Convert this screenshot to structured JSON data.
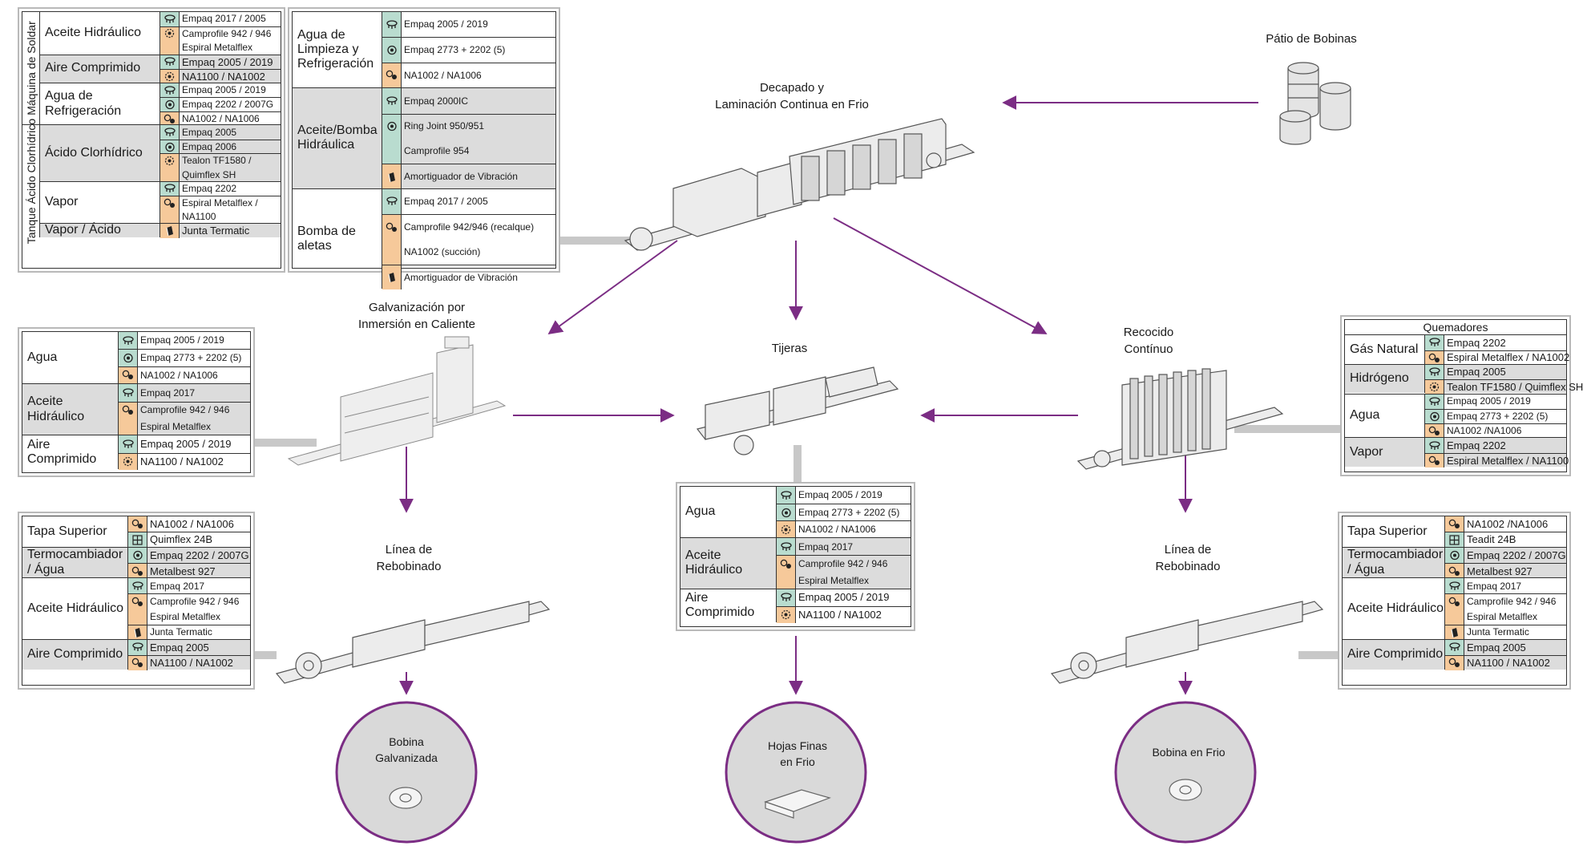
{
  "stations": {
    "patio": "Pátio de Bobinas",
    "decapado_1": "Decapado y",
    "decapado_2": "Laminación Continua en Frio",
    "galv_1": "Galvanización por",
    "galv_2": "Inmersión en Caliente",
    "tijeras": "Tijeras",
    "recocido_1": "Recocido",
    "recocido_2": "Contínuo",
    "rebob_left_1": "Línea de",
    "rebob_left_2": "Rebobinado",
    "rebob_right_1": "Línea de",
    "rebob_right_2": "Rebobinado"
  },
  "products": {
    "galv_1": "Bobina",
    "galv_2": "Galvanizada",
    "hojas_1": "Hojas Finas",
    "hojas_2": "en Frio",
    "frio": "Bobina en Frio"
  },
  "vertical_labels": {
    "maquina": "Máquina de Soldar",
    "tanque": "Tanque Ácido Clorhídrico"
  },
  "tables": {
    "maquina": [
      {
        "cat": "Aceite Hidráulico",
        "items": [
          {
            "icon": "gasket-icon",
            "label": "Empaq 2017 / 2005"
          },
          {
            "icon": "flange-icon",
            "label": "Camprofile 942 / 946"
          },
          {
            "icon": "",
            "label": "Espiral Metalflex"
          }
        ]
      },
      {
        "cat": "Aire Comprimido",
        "items": [
          {
            "icon": "gasket-icon",
            "label": "Empaq 2005 / 2019"
          },
          {
            "icon": "flange-icon",
            "label": "NA1100 / NA1002"
          }
        ]
      },
      {
        "cat": "Agua de Refrigeración",
        "items": [
          {
            "icon": "gasket-icon",
            "label": "Empaq 2005 / 2019"
          },
          {
            "icon": "ring-icon",
            "label": "Empaq 2202 / 2007G"
          },
          {
            "icon": "valve-icon",
            "label": "NA1002 / NA1006"
          }
        ]
      },
      {
        "cat": "Ácido Clorhídrico",
        "items": [
          {
            "icon": "gasket-icon",
            "label": "Empaq 2005"
          },
          {
            "icon": "ring-icon",
            "label": "Empaq 2006"
          },
          {
            "icon": "flange-icon",
            "label": "Tealon TF1580 /"
          },
          {
            "icon": "",
            "label": "Quimflex SH"
          }
        ]
      },
      {
        "cat": "Vapor",
        "items": [
          {
            "icon": "gasket-icon",
            "label": "Empaq 2202"
          },
          {
            "icon": "valve-icon",
            "label": "Espiral Metalflex /"
          },
          {
            "icon": "",
            "label": "NA1100"
          }
        ]
      },
      {
        "cat": "Vapor / Ácido",
        "items": [
          {
            "icon": "joint-icon",
            "label": "Junta Termatic"
          }
        ]
      }
    ],
    "decapado": [
      {
        "cat": "Agua de Limpieza y Refrigeración",
        "items": [
          {
            "icon": "gasket-icon",
            "label": "Empaq 2005 / 2019"
          },
          {
            "icon": "ring-icon",
            "label": "Empaq 2773 + 2202 (5)"
          },
          {
            "icon": "valve-icon",
            "label": "NA1002 / NA1006"
          }
        ]
      },
      {
        "cat": "Aceite/Bomba Hidráulica",
        "items": [
          {
            "icon": "gasket-icon",
            "label": "Empaq 2000IC"
          },
          {
            "icon": "ring-icon",
            "label": "Ring Joint 950/951"
          },
          {
            "icon": "",
            "label": "Camprofile 954"
          },
          {
            "icon": "joint-icon",
            "label": "Amortiguador de Vibración"
          }
        ]
      },
      {
        "cat": "Bomba de aletas",
        "items": [
          {
            "icon": "gasket-icon",
            "label": "Empaq 2017 / 2005"
          },
          {
            "icon": "valve-icon",
            "label": "Camprofile 942/946 (recalque)"
          },
          {
            "icon": "",
            "label": "NA1002 (succión)"
          },
          {
            "icon": "joint-icon",
            "label": "Amortiguador de Vibración"
          }
        ]
      }
    ],
    "galv": [
      {
        "cat": "Agua",
        "items": [
          {
            "icon": "gasket-icon",
            "label": "Empaq 2005 / 2019"
          },
          {
            "icon": "ring-icon",
            "label": "Empaq 2773 + 2202 (5)"
          },
          {
            "icon": "valve-icon",
            "label": "NA1002 / NA1006"
          }
        ]
      },
      {
        "cat": "Aceite Hidráulico",
        "items": [
          {
            "icon": "gasket-icon",
            "label": "Empaq 2017"
          },
          {
            "icon": "valve-icon",
            "label": "Camprofile 942 / 946"
          },
          {
            "icon": "",
            "label": "Espiral Metalflex"
          }
        ]
      },
      {
        "cat": "Aire Comprimido",
        "items": [
          {
            "icon": "gasket-icon",
            "label": "Empaq 2005 / 2019"
          },
          {
            "icon": "flange-icon",
            "label": "NA1100 / NA1002"
          }
        ]
      }
    ],
    "quemadores": {
      "header": "Quemadores",
      "rows": [
        {
          "cat": "Gás Natural",
          "items": [
            {
              "icon": "gasket-icon",
              "label": "Empaq 2202"
            },
            {
              "icon": "valve-icon",
              "label": "Espiral Metalflex / NA1002"
            }
          ]
        },
        {
          "cat": "Hidrógeno",
          "items": [
            {
              "icon": "gasket-icon",
              "label": "Empaq 2005"
            },
            {
              "icon": "flange-icon",
              "label": "Tealon TF1580 / Quimflex SH"
            }
          ]
        },
        {
          "cat": "Agua",
          "items": [
            {
              "icon": "gasket-icon",
              "label": "Empaq 2005 / 2019"
            },
            {
              "icon": "ring-icon",
              "label": "Empaq 2773 + 2202 (5)"
            },
            {
              "icon": "valve-icon",
              "label": "NA1002 /NA1006"
            }
          ]
        },
        {
          "cat": "Vapor",
          "items": [
            {
              "icon": "gasket-icon",
              "label": "Empaq 2202"
            },
            {
              "icon": "valve-icon",
              "label": "Espiral Metalflex / NA1100"
            }
          ]
        }
      ]
    },
    "rebob_left": [
      {
        "cat": "Tapa Superior",
        "items": [
          {
            "icon": "valve-icon",
            "label": "NA1002 / NA1006"
          },
          {
            "icon": "grid-icon",
            "label": "Quimflex 24B"
          }
        ]
      },
      {
        "cat": "Termocambiador / Água",
        "items": [
          {
            "icon": "ring-icon",
            "label": "Empaq 2202 / 2007G"
          },
          {
            "icon": "valve-icon",
            "label": "Metalbest 927"
          }
        ]
      },
      {
        "cat": "Aceite Hidráulico",
        "items": [
          {
            "icon": "gasket-icon",
            "label": "Empaq 2017"
          },
          {
            "icon": "valve-icon",
            "label": "Camprofile 942 / 946"
          },
          {
            "icon": "",
            "label": "Espiral Metalflex"
          },
          {
            "icon": "joint-icon",
            "label": "Junta Termatic"
          }
        ]
      },
      {
        "cat": "Aire Comprimido",
        "items": [
          {
            "icon": "gasket-icon",
            "label": "Empaq 2005"
          },
          {
            "icon": "valve-icon",
            "label": "NA1100 / NA1002"
          }
        ]
      }
    ],
    "tijeras": [
      {
        "cat": "Agua",
        "items": [
          {
            "icon": "gasket-icon",
            "label": "Empaq 2005 / 2019"
          },
          {
            "icon": "ring-icon",
            "label": "Empaq 2773 + 2202 (5)"
          },
          {
            "icon": "flange-icon",
            "label": "NA1002 / NA1006"
          }
        ]
      },
      {
        "cat": "Aceite Hidráulico",
        "items": [
          {
            "icon": "gasket-icon",
            "label": "Empaq  2017"
          },
          {
            "icon": "valve-icon",
            "label": "Camprofile 942 / 946"
          },
          {
            "icon": "",
            "label": "Espiral Metalflex"
          }
        ]
      },
      {
        "cat": "Aire Comprimido",
        "items": [
          {
            "icon": "gasket-icon",
            "label": "Empaq 2005 / 2019"
          },
          {
            "icon": "flange-icon",
            "label": "NA1100 / NA1002"
          }
        ]
      }
    ],
    "rebob_right": [
      {
        "cat": "Tapa Superior",
        "items": [
          {
            "icon": "valve-icon",
            "label": "NA1002 /NA1006"
          },
          {
            "icon": "grid-icon",
            "label": "Teadit 24B"
          }
        ]
      },
      {
        "cat": "Termocambiador / Água",
        "items": [
          {
            "icon": "ring-icon",
            "label": "Empaq 2202 / 2007G"
          },
          {
            "icon": "valve-icon",
            "label": "Metalbest 927"
          }
        ]
      },
      {
        "cat": "Aceite Hidráulico",
        "items": [
          {
            "icon": "gasket-icon",
            "label": "Empaq 2017"
          },
          {
            "icon": "valve-icon",
            "label": "Camprofile 942 / 946"
          },
          {
            "icon": "",
            "label": "Espiral Metalflex"
          },
          {
            "icon": "joint-icon",
            "label": "Junta Termatic"
          }
        ]
      },
      {
        "cat": "Aire Comprimido",
        "items": [
          {
            "icon": "gasket-icon",
            "label": "Empaq 2005"
          },
          {
            "icon": "valve-icon",
            "label": "NA1100 / NA1002"
          }
        ]
      }
    ]
  },
  "colors": {
    "arrow": "#7b2d84",
    "connector": "#c8c8c8",
    "icon_green": "#b9dccf",
    "icon_orange": "#f6c99a",
    "shade": "#dcdcdc",
    "circle_fill": "#d9d9d9"
  }
}
